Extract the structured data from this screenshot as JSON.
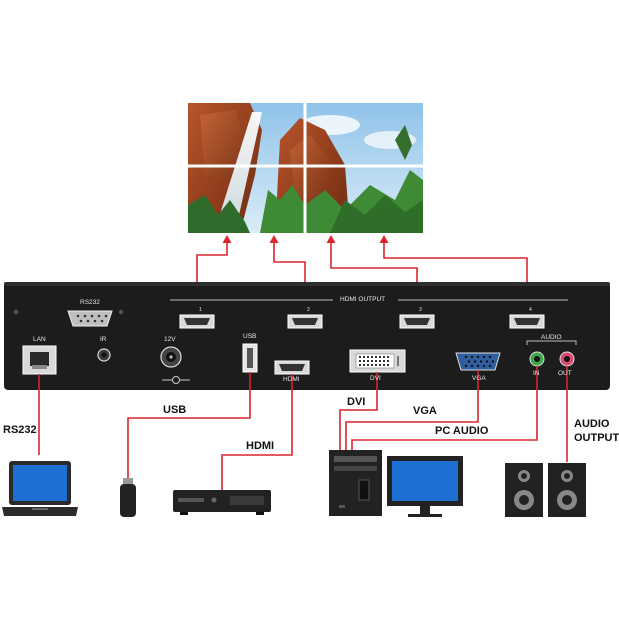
{
  "device": {
    "port_labels": {
      "lan": "LAN",
      "rs232_port": "RS232",
      "ir": "IR",
      "power": "12V",
      "usb": "USB",
      "hdmi_in": "HDMI",
      "dvi": "DVI",
      "vga": "VGA",
      "hdmi_output": "HDMI OUTPUT",
      "audio": "AUDIO",
      "audio_in": "IN",
      "audio_out": "OUT"
    },
    "output_numbers": [
      "1",
      "2",
      "3",
      "4"
    ]
  },
  "connection_labels": {
    "rs232": "RS232",
    "usb": "USB",
    "hdmi": "HDMI",
    "dvi": "DVI",
    "vga": "VGA",
    "pc_audio": "PC AUDIO",
    "audio_output_line1": "AUDIO",
    "audio_output_line2": "OUTPUT"
  },
  "colors": {
    "cable": "#d8262e",
    "device_body": "#1c1c1c",
    "monitor_screen": "#1e6fd4"
  },
  "icons": [
    "laptop-icon",
    "usb-stick-icon",
    "media-player-icon",
    "pc-tower-icon",
    "monitor-icon",
    "speaker-icon",
    "video-wall-icon"
  ]
}
